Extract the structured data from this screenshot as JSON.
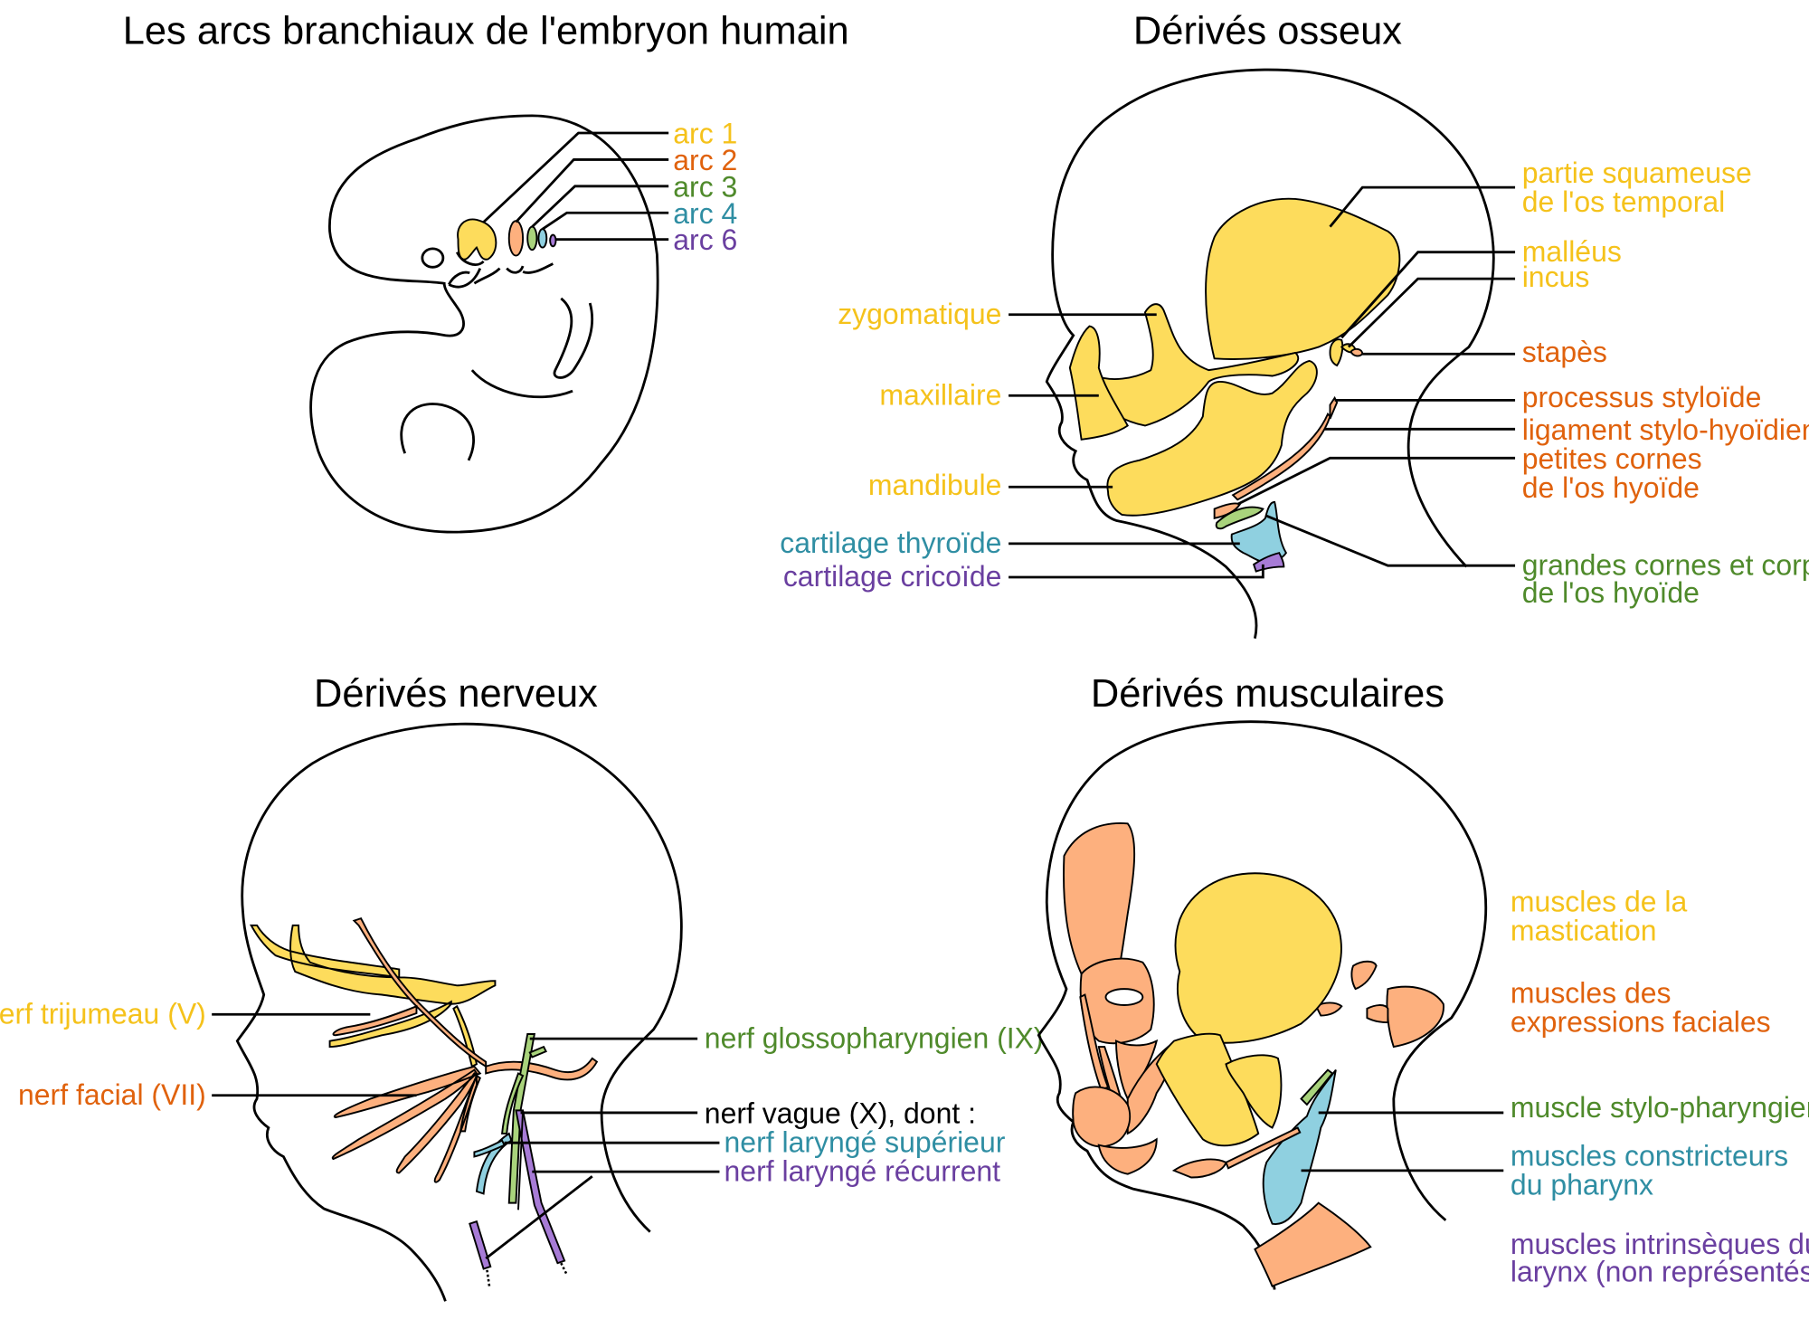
{
  "colors": {
    "arc1": "#f5c21b",
    "arc2": "#e0620d",
    "arc3": "#4f8a2b",
    "arc4": "#2f8ea3",
    "arc6": "#6a3fa0",
    "fill_arc1": "#fddc5c",
    "fill_arc2": "#fdb07e",
    "fill_arc3": "#a9d37c",
    "fill_arc4": "#8fd0e0",
    "fill_arc6": "#a77bd6",
    "black": "#000000"
  },
  "panels": {
    "embryo": {
      "title": "Les arcs branchiaux de l'embryon humain",
      "arc_labels": [
        "arc 1",
        "arc 2",
        "arc 3",
        "arc 4",
        "arc 6"
      ]
    },
    "bones": {
      "title": "Dérivés osseux",
      "labels": {
        "squamous_1": "partie squameuse",
        "squamous_2": "de l'os temporal",
        "malleus": "malléus",
        "incus": "incus",
        "stapes": "stapès",
        "styloid": "processus styloïde",
        "stylohyoid": "ligament stylo-hyoïdien",
        "lesser_horns_1": "petites cornes",
        "lesser_horns_2": "de l'os hyoïde",
        "greater_horns_1": "grandes cornes et corps",
        "greater_horns_2": "de l'os hyoïde",
        "zygomatic": "zygomatique",
        "maxilla": "maxillaire",
        "mandible": "mandibule",
        "thyroid": "cartilage thyroïde",
        "cricoid": "cartilage cricoïde"
      }
    },
    "nerves": {
      "title": "Dérivés nerveux",
      "labels": {
        "trigeminal": "nerf trijumeau (V)",
        "facial": "nerf facial (VII)",
        "glossopharyngeal": "nerf glossopharyngien (IX)",
        "vagus": "nerf vague (X), dont :",
        "superior_laryngeal": "nerf laryngé supérieur",
        "recurrent_laryngeal": "nerf laryngé récurrent"
      }
    },
    "muscles": {
      "title": "Dérivés musculaires",
      "labels": {
        "mastication_1": "muscles de la",
        "mastication_2": "mastication",
        "facial_1": "muscles des",
        "facial_2": "expressions faciales",
        "stylopharyngeus": "muscle stylo-pharyngien",
        "constrictors_1": "muscles constricteurs",
        "constrictors_2": "du pharynx",
        "intrinsic_1": "muscles intrinsèques du",
        "intrinsic_2": "larynx (non représentés)"
      }
    }
  }
}
